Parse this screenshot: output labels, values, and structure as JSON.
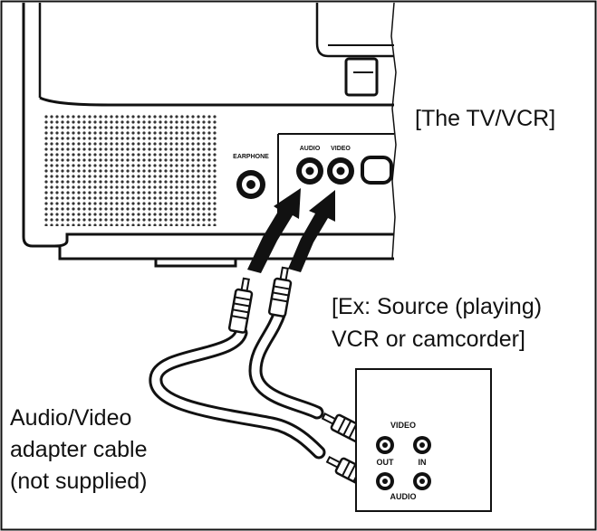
{
  "labels": {
    "tv_vcr": "[The TV/VCR]",
    "source_line1": "[Ex: Source (playing)",
    "source_line2": "VCR or camcorder]",
    "cable_line1": "Audio/Video",
    "cable_line2": "adapter cable",
    "cable_line3": "(not supplied)"
  },
  "tv_jacks": {
    "earphone": "EARPHONE",
    "audio": "AUDIO",
    "video": "VIDEO"
  },
  "source_jacks": {
    "video": "VIDEO",
    "out": "OUT",
    "in": "IN",
    "audio": "AUDIO"
  },
  "colors": {
    "line": "#111111",
    "background": "#ffffff",
    "speaker_dots": "#333333"
  }
}
